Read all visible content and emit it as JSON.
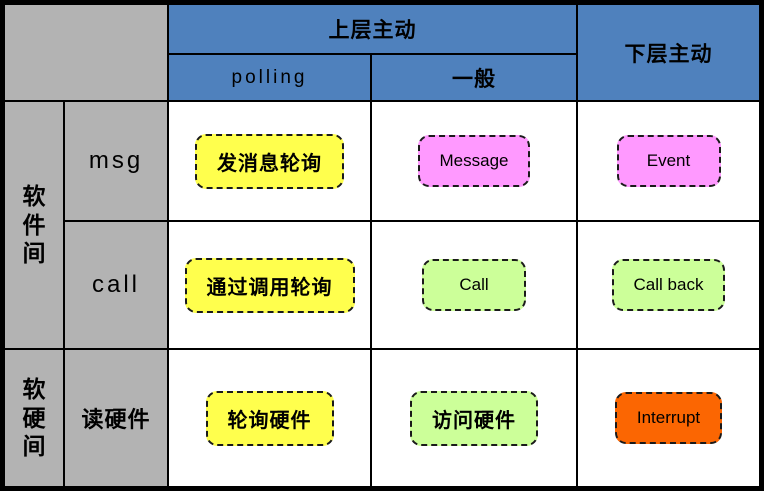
{
  "colors": {
    "header_blue": "#4F81BD",
    "label_gray": "#B3B3B3",
    "grid_black": "#000000",
    "cell_white": "#FFFFFF",
    "box_yellow": "#FFFF4D",
    "box_pink": "#FF99FF",
    "box_green": "#CCFF99",
    "box_orange": "#FB6602"
  },
  "headers": {
    "upper_active": "上层主动",
    "lower_active": "下层主动",
    "polling": "polling",
    "general": "一般"
  },
  "row_groups": {
    "software": "软\n件\n间",
    "software_hardware": "软\n硬\n间"
  },
  "row_labels": {
    "msg": "msg",
    "call": "call",
    "read_hw": "读硬件"
  },
  "cells": {
    "msg_polling": {
      "label": "发消息轮询",
      "color": "#FFFF4D"
    },
    "msg_general": {
      "label": "Message",
      "color": "#FF99FF"
    },
    "msg_lower": {
      "label": "Event",
      "color": "#FF99FF"
    },
    "call_polling": {
      "label": "通过调用轮询",
      "color": "#FFFF4D"
    },
    "call_general": {
      "label": "Call",
      "color": "#CCFF99"
    },
    "call_lower": {
      "label": "Call back",
      "color": "#CCFF99"
    },
    "hw_polling": {
      "label": "轮询硬件",
      "color": "#FFFF4D"
    },
    "hw_general": {
      "label": "访问硬件",
      "color": "#CCFF99"
    },
    "hw_lower": {
      "label": "Interrupt",
      "color": "#FB6602"
    }
  }
}
